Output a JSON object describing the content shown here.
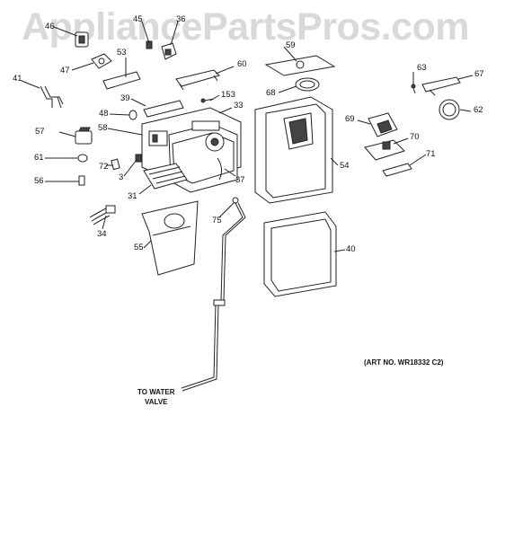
{
  "watermark": "AppliancePartsPros.com",
  "callouts": [
    {
      "id": "46",
      "text": "46"
    },
    {
      "id": "45",
      "text": "45"
    },
    {
      "id": "36",
      "text": "36"
    },
    {
      "id": "53",
      "text": "53"
    },
    {
      "id": "47",
      "text": "47"
    },
    {
      "id": "41",
      "text": "41"
    },
    {
      "id": "59",
      "text": "59"
    },
    {
      "id": "60",
      "text": "60"
    },
    {
      "id": "39",
      "text": "39"
    },
    {
      "id": "153",
      "text": "153"
    },
    {
      "id": "68",
      "text": "68"
    },
    {
      "id": "63",
      "text": "63"
    },
    {
      "id": "67",
      "text": "67"
    },
    {
      "id": "62",
      "text": "62"
    },
    {
      "id": "48",
      "text": "48"
    },
    {
      "id": "33",
      "text": "33"
    },
    {
      "id": "57",
      "text": "57"
    },
    {
      "id": "58",
      "text": "58"
    },
    {
      "id": "69",
      "text": "69"
    },
    {
      "id": "70",
      "text": "70"
    },
    {
      "id": "61",
      "text": "61"
    },
    {
      "id": "72",
      "text": "72"
    },
    {
      "id": "71",
      "text": "71"
    },
    {
      "id": "54",
      "text": "54"
    },
    {
      "id": "3",
      "text": "3"
    },
    {
      "id": "56",
      "text": "56"
    },
    {
      "id": "37",
      "text": "37"
    },
    {
      "id": "31",
      "text": "31"
    },
    {
      "id": "75",
      "text": "75"
    },
    {
      "id": "34",
      "text": "34"
    },
    {
      "id": "40",
      "text": "40"
    },
    {
      "id": "55",
      "text": "55"
    }
  ],
  "art_no": "(ART NO. WR18332 C2)",
  "water_valve": {
    "line1": "TO WATER",
    "line2": "VALVE"
  }
}
